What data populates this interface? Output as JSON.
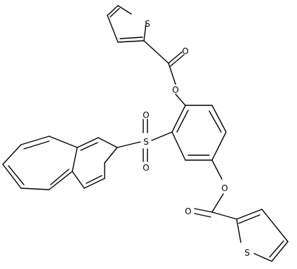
{
  "molecule": {
    "atom_labels": {
      "o_top_carbonyl": "O",
      "o_top_ester": "O",
      "s_top_thiophene": "S",
      "o_sulfonyl_up": "O",
      "s_sulfonyl": "S",
      "o_sulfonyl_down": "O",
      "o_bottom_ester": "O",
      "o_bottom_carbonyl": "O",
      "s_bottom_thiophene": "S"
    }
  }
}
